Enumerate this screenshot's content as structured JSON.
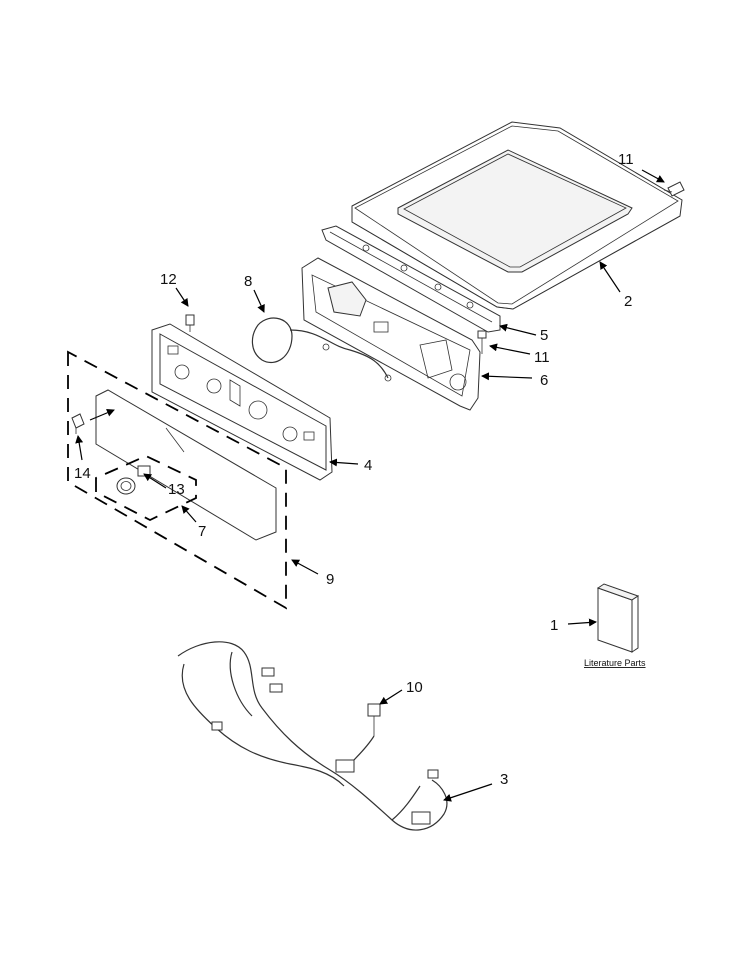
{
  "callouts": {
    "c1": "1",
    "c2": "2",
    "c3": "3",
    "c4": "4",
    "c5": "5",
    "c6": "6",
    "c7": "7",
    "c8": "8",
    "c9": "9",
    "c10": "10",
    "c11_top": "11",
    "c11_mid": "11",
    "c12": "12",
    "c13": "13",
    "c14": "14"
  },
  "literature_label": "Literature Parts"
}
